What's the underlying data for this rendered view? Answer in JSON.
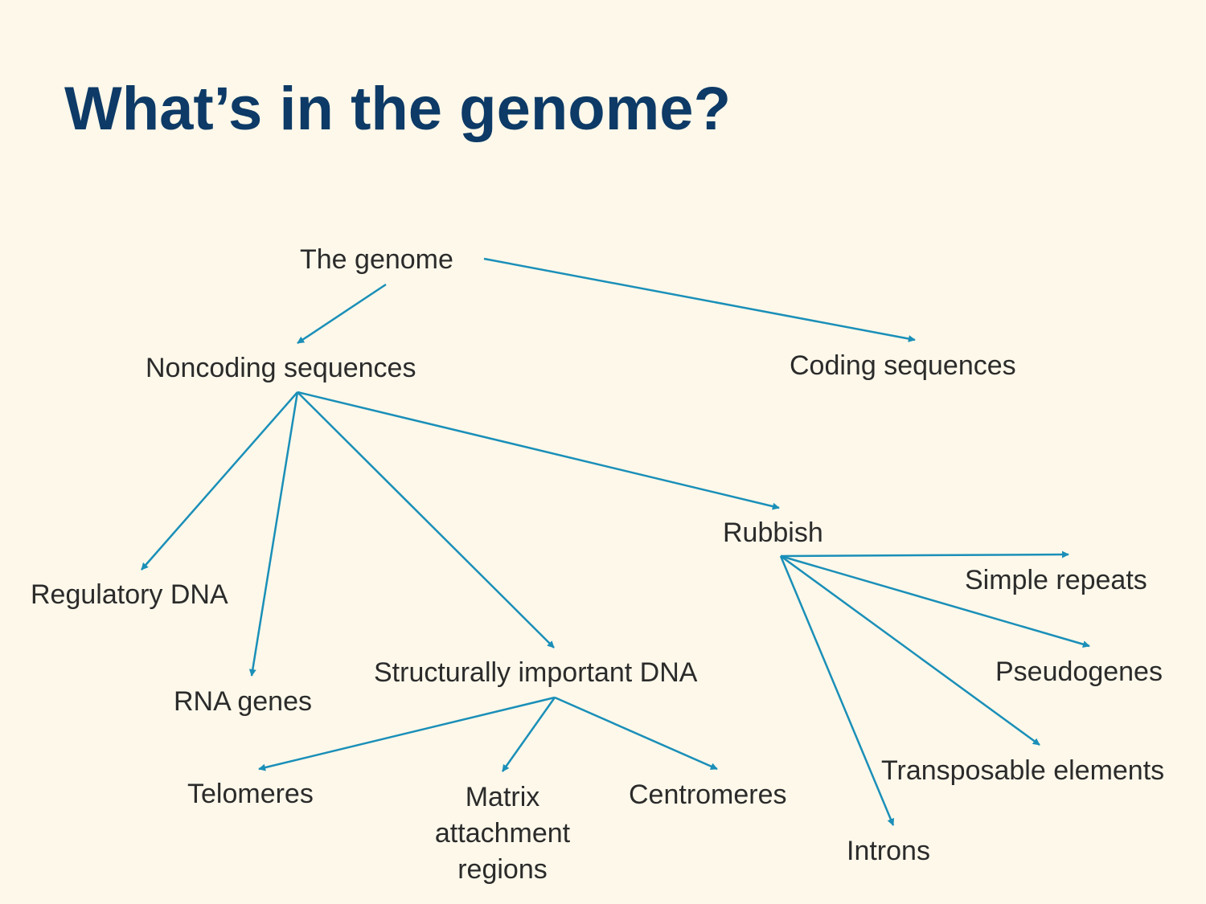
{
  "title": "What’s in the genome?",
  "colors": {
    "background": "#fdf8ea",
    "title": "#0d3a66",
    "edge": "#1a8fb8",
    "text": "#2b2b2b"
  },
  "nodes": {
    "genome": "The genome",
    "noncoding": "Noncoding sequences",
    "coding": "Coding sequences",
    "rubbish": "Rubbish",
    "regulatory": "Regulatory DNA",
    "rna_genes": "RNA genes",
    "structural": "Structurally important DNA",
    "simple_repeats": "Simple repeats",
    "pseudogenes": "Pseudogenes",
    "transposable": "Transposable elements",
    "introns": "Introns",
    "telomeres": "Telomeres",
    "matrix": "Matrix attachment regions",
    "centromeres": "Centromeres"
  },
  "edges": [
    {
      "from": "genome",
      "to": "noncoding"
    },
    {
      "from": "genome",
      "to": "coding"
    },
    {
      "from": "noncoding",
      "to": "regulatory"
    },
    {
      "from": "noncoding",
      "to": "rna_genes"
    },
    {
      "from": "noncoding",
      "to": "structural"
    },
    {
      "from": "noncoding",
      "to": "rubbish"
    },
    {
      "from": "rubbish",
      "to": "simple_repeats"
    },
    {
      "from": "rubbish",
      "to": "pseudogenes"
    },
    {
      "from": "rubbish",
      "to": "transposable"
    },
    {
      "from": "rubbish",
      "to": "introns"
    },
    {
      "from": "structural",
      "to": "telomeres"
    },
    {
      "from": "structural",
      "to": "matrix"
    },
    {
      "from": "structural",
      "to": "centromeres"
    }
  ]
}
